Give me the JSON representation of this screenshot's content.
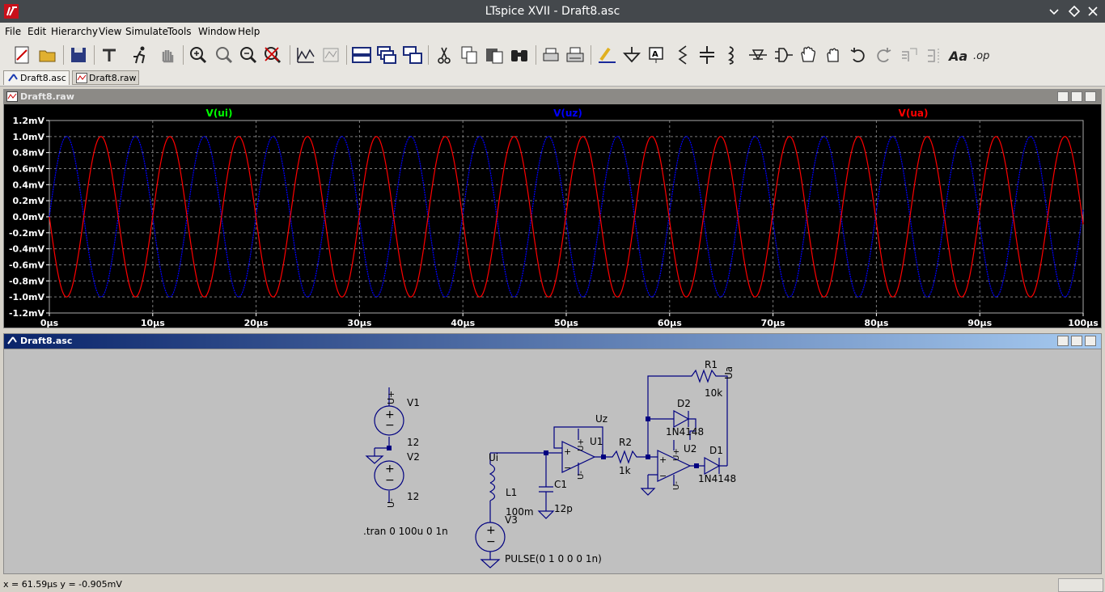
{
  "window": {
    "title": "LTspice XVII - Draft8.asc"
  },
  "menu": [
    "File",
    "Edit",
    "Hierarchy",
    "View",
    "Simulate",
    "Tools",
    "Window",
    "Help"
  ],
  "tabs": [
    {
      "label": "Draft8.asc",
      "active": true
    },
    {
      "label": "Draft8.raw",
      "active": false
    }
  ],
  "toolbar_icons": [
    "new-schematic",
    "open",
    "save",
    "control-panel",
    "run",
    "halt",
    "zoom-in",
    "zoom-pan",
    "zoom-out",
    "zoom-fit",
    "autorange",
    "fft",
    "tile-horizontal",
    "cascade",
    "tile-vertical",
    "cut",
    "copy",
    "paste",
    "find",
    "print-setup",
    "print",
    "draw-wire",
    "ground",
    "label-net",
    "resistor",
    "capacitor",
    "inductor",
    "diode",
    "component",
    "move",
    "drag",
    "undo",
    "redo",
    "rotate",
    "mirror",
    "text",
    "spice-directive"
  ],
  "plot": {
    "pane_title": "Draft8.raw",
    "colors": {
      "ui": "#00ff00",
      "uz": "#0000ff",
      "ua": "#ff0000",
      "grid": "#7a7a7a",
      "axis_text": "#ffffff",
      "background": "#000000"
    },
    "chart_data": {
      "type": "line",
      "title": "",
      "xlabel": "",
      "ylabel": "",
      "xlim": [
        0,
        100
      ],
      "ylim": [
        -1.2,
        1.2
      ],
      "x_unit": "µs",
      "y_unit": "mV",
      "grid": true,
      "series": [
        {
          "name": "V(ui)",
          "color": "#00ff00",
          "amplitude": 1.0,
          "period": 6.66,
          "phase_deg": 0,
          "visible_trace": false
        },
        {
          "name": "V(uz)",
          "color": "#0000ff",
          "amplitude": 1.0,
          "period": 6.66,
          "phase_deg": 0
        },
        {
          "name": "V(ua)",
          "color": "#ff0000",
          "amplitude": 1.0,
          "period": 6.66,
          "phase_deg": 180
        }
      ],
      "yticks": [
        "1.2mV",
        "1.0mV",
        "0.8mV",
        "0.6mV",
        "0.4mV",
        "0.2mV",
        "0.0mV",
        "-0.2mV",
        "-0.4mV",
        "-0.6mV",
        "-0.8mV",
        "-1.0mV",
        "-1.2mV"
      ],
      "xticks": [
        "0µs",
        "10µs",
        "20µs",
        "30µs",
        "40µs",
        "50µs",
        "60µs",
        "70µs",
        "80µs",
        "90µs",
        "100µs"
      ]
    }
  },
  "schematic": {
    "pane_title": "Draft8.asc",
    "labels": {
      "v1": "V1",
      "v1_val": "12",
      "v2": "V2",
      "v2_val": "12",
      "v3": "V3",
      "v3_val": "PULSE(0 1 0 0 0 1n)",
      "l1": "L1",
      "l1_val": "100m",
      "c1": "C1",
      "c1_val": "12p",
      "u1": "U1",
      "u2": "U2",
      "r1": "R1",
      "r1_val": "10k",
      "r2": "R2",
      "r2_val": "1k",
      "d1": "D1",
      "d1_val": "1N4148",
      "d2": "D2",
      "d2_val": "1N4148",
      "net_ui": "Ui",
      "net_uz": "Uz",
      "net_ua": "Ua",
      "directive": ".tran 0 100u 0 1n",
      "pin_up": "U+",
      "pin_um": "U-",
      "plus": "+",
      "minus": "−"
    }
  },
  "status": {
    "text": "x = 61.59µs    y = -0.905mV"
  }
}
